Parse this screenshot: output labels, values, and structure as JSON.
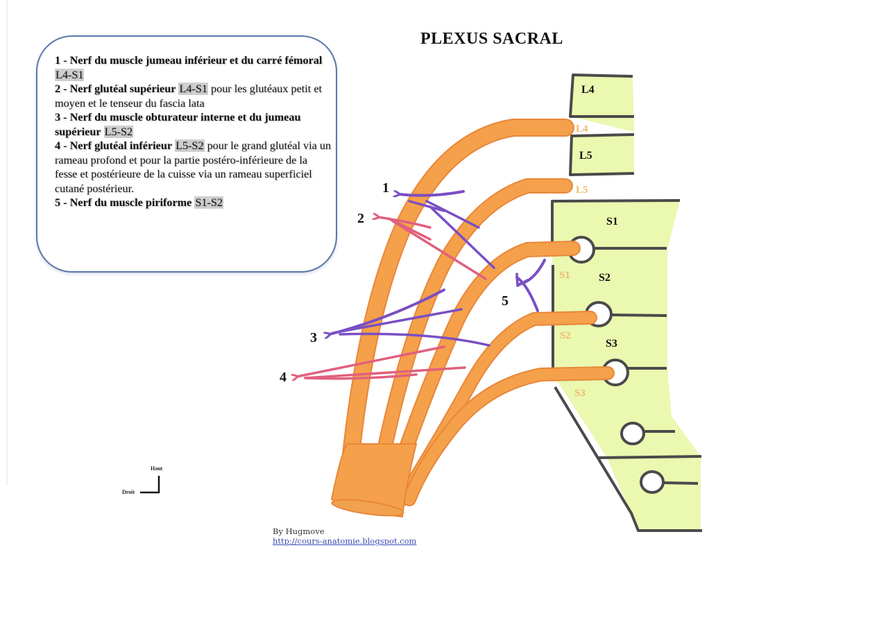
{
  "title": "PLEXUS SACRAL",
  "legend": {
    "items": [
      {
        "number": "1",
        "name": "Nerf du muscle jumeau inférieur et du carré fémoral",
        "levels": "L4-S1",
        "description": ""
      },
      {
        "number": "2",
        "name": "Nerf glutéal supérieur",
        "levels": "L4-S1",
        "description": "pour les glutéaux petit et moyen et le tenseur du fascia lata"
      },
      {
        "number": "3",
        "name": "Nerf du muscle obturateur interne et du jumeau supérieur",
        "levels": "L5-S2",
        "description": ""
      },
      {
        "number": "4",
        "name": "Nerf glutéal inférieur",
        "levels": "L5-S2",
        "description": "pour le grand glutéal via un rameau profond et pour la partie postéro-inférieure de la fesse et postérieure de la cuisse via un rameau superficiel cutané postérieur."
      },
      {
        "number": "5",
        "name": "Nerf du muscle piriforme",
        "levels": "S1-S2",
        "description": ""
      }
    ]
  },
  "vertebrae": {
    "bodies": [
      "L4",
      "L5",
      "S1",
      "S2",
      "S3"
    ],
    "nerve_roots": [
      "L4",
      "L5",
      "S1",
      "S2",
      "S3"
    ]
  },
  "branch_labels": [
    "1",
    "2",
    "3",
    "4",
    "5"
  ],
  "orientation": {
    "up": "Haut",
    "side": "Droit"
  },
  "credit": {
    "author": "By Hugmove",
    "link": "http://cours-anatomie.blogspot.com"
  },
  "colors": {
    "nerve": "#f5a04a",
    "nerve_outline": "#e8873a",
    "bone": "#eaf8b0",
    "bone_outline": "#4a4a4a",
    "root_label": "#f0b870",
    "branch_purple": "#7a4fc4",
    "branch_pink": "#e0607e",
    "legend_border": "#5a79a8"
  }
}
